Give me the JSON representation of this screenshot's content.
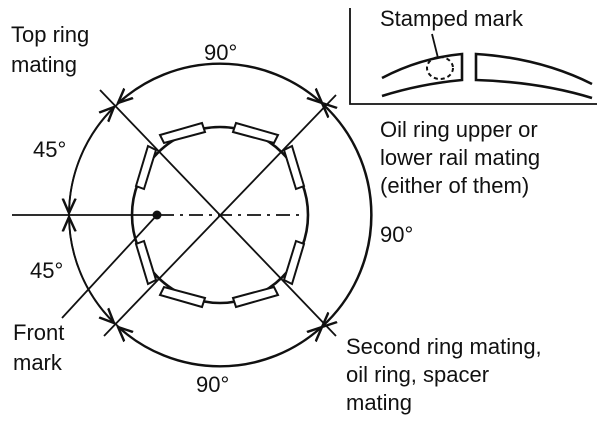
{
  "labels": {
    "top_ring": [
      "Top ring",
      "mating"
    ],
    "stamped_mark": "Stamped mark",
    "oil_ring_rail": [
      "Oil ring upper or",
      "lower rail mating",
      "(either of them)"
    ],
    "front_mark": [
      "Front",
      "mark"
    ],
    "second_ring": [
      "Second ring mating,",
      "oil ring, spacer",
      "mating"
    ]
  },
  "angles": {
    "top": "90°",
    "right": "90°",
    "bottom": "90°",
    "upper_left": "45°",
    "lower_left": "45°"
  }
}
